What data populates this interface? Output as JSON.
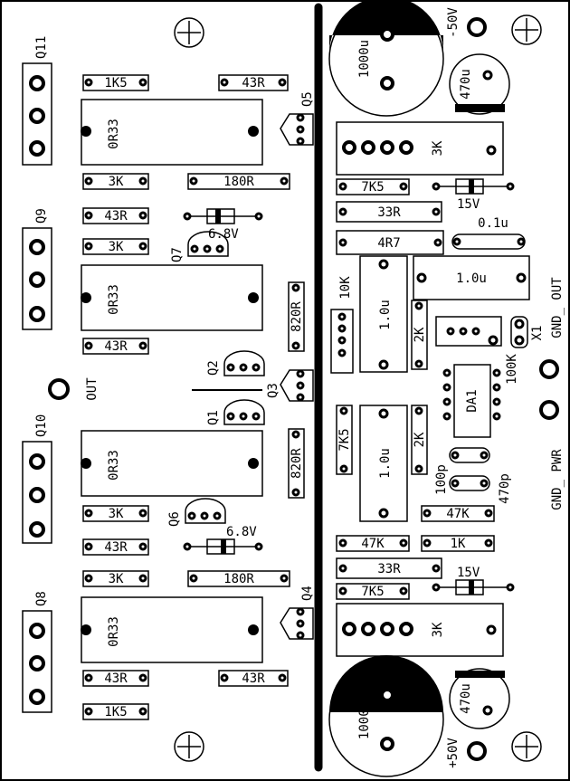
{
  "colors": {
    "ink": "#000000",
    "paper": "#ffffff"
  },
  "resistors": [
    {
      "id": "r1",
      "label": "1K5"
    },
    {
      "id": "r2",
      "label": "43R"
    },
    {
      "id": "r3",
      "label": "3K"
    },
    {
      "id": "r4",
      "label": "180R"
    },
    {
      "id": "r5",
      "label": "43R"
    },
    {
      "id": "r6",
      "label": "3K"
    },
    {
      "id": "r7",
      "label": "43R"
    },
    {
      "id": "r8",
      "label": "3K"
    },
    {
      "id": "r9",
      "label": "43R"
    },
    {
      "id": "r10",
      "label": "3K"
    },
    {
      "id": "r11",
      "label": "180R"
    },
    {
      "id": "r12",
      "label": "43R"
    },
    {
      "id": "r13",
      "label": "43R"
    },
    {
      "id": "r14",
      "label": "1K5"
    },
    {
      "id": "r15",
      "label": "7K5"
    },
    {
      "id": "r16",
      "label": "33R"
    },
    {
      "id": "r17",
      "label": "4R7"
    },
    {
      "id": "r18",
      "label": "47K"
    },
    {
      "id": "r19",
      "label": "47K"
    },
    {
      "id": "r20",
      "label": "1K"
    },
    {
      "id": "r21",
      "label": "33R"
    },
    {
      "id": "r22",
      "label": "7K5"
    }
  ],
  "vresistors": [
    {
      "id": "v1",
      "label": "820R"
    },
    {
      "id": "v2",
      "label": "820R"
    },
    {
      "id": "v3",
      "label": "2K"
    },
    {
      "id": "v4",
      "label": "2K"
    },
    {
      "id": "v5",
      "label": "7K5"
    }
  ],
  "power_resistors": [
    {
      "id": "p1",
      "label": "0R33"
    },
    {
      "id": "p2",
      "label": "0R33"
    },
    {
      "id": "p3",
      "label": "0R33"
    },
    {
      "id": "p4",
      "label": "0R33"
    }
  ],
  "transistors": [
    {
      "id": "q11",
      "label": "Q11"
    },
    {
      "id": "q9",
      "label": "Q9"
    },
    {
      "id": "q10",
      "label": "Q10"
    },
    {
      "id": "q8",
      "label": "Q8"
    },
    {
      "id": "q5",
      "label": "Q5"
    },
    {
      "id": "q3",
      "label": "Q3"
    },
    {
      "id": "q4",
      "label": "Q4"
    },
    {
      "id": "q7",
      "label": "Q7"
    },
    {
      "id": "q2",
      "label": "Q2"
    },
    {
      "id": "q1",
      "label": "Q1"
    },
    {
      "id": "q6",
      "label": "Q6"
    }
  ],
  "zeners": [
    {
      "id": "z1",
      "label": "6.8V"
    },
    {
      "id": "z2",
      "label": "6.8V"
    },
    {
      "id": "z3",
      "label": "15V"
    },
    {
      "id": "z4",
      "label": "15V"
    }
  ],
  "caps": [
    {
      "id": "c1",
      "label": "1000u"
    },
    {
      "id": "c2",
      "label": "1000u"
    },
    {
      "id": "c3",
      "label": "470u"
    },
    {
      "id": "c4",
      "label": "470u"
    },
    {
      "id": "c5",
      "label": "0.1u"
    },
    {
      "id": "c6",
      "label": "1.0u"
    },
    {
      "id": "c7",
      "label": "1.0u"
    },
    {
      "id": "c8",
      "label": "1.0u"
    },
    {
      "id": "c9",
      "label": "100p"
    },
    {
      "id": "c10",
      "label": "470p"
    }
  ],
  "trimmers": [
    {
      "id": "t1",
      "label": "3K"
    },
    {
      "id": "t2",
      "label": "3K"
    }
  ],
  "pots": [
    {
      "id": "k1",
      "label": "10K"
    },
    {
      "id": "k2",
      "label": "100K"
    }
  ],
  "ic": {
    "label": "DA1"
  },
  "connector": {
    "label": "X1"
  },
  "terminals": {
    "out": "OUT",
    "neg50": "-50V",
    "pos50": "+50V",
    "gnd_out": "GND_ OUT",
    "gnd_pwr": "GND_ PWR"
  }
}
